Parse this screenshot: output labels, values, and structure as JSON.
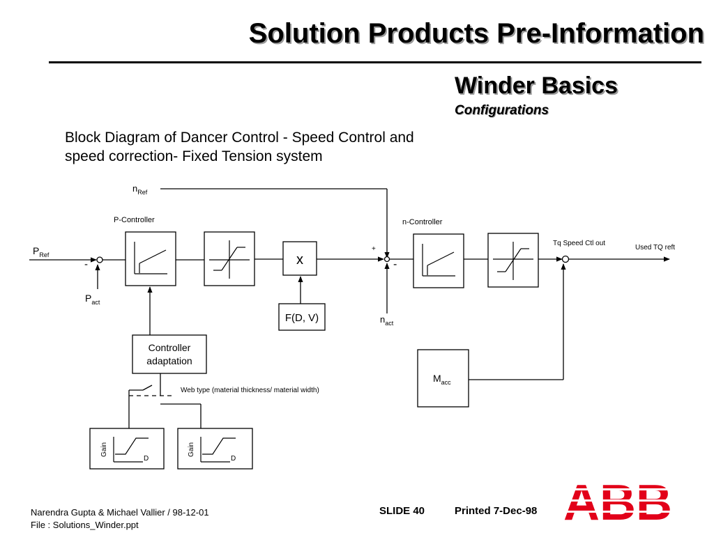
{
  "header": {
    "title": "Solution Products  Pre-Information",
    "subtitle": "Winder  Basics",
    "section": "Configurations"
  },
  "diagram": {
    "heading_line1": "Block Diagram of Dancer Control - Speed Control and",
    "heading_line2": "speed correction- Fixed Tension system",
    "labels": {
      "n_ref_main": "n",
      "n_ref_sub": "Ref",
      "p_ref_main": "P",
      "p_ref_sub": "Ref",
      "p_act_main": "P",
      "p_act_sub": "act",
      "n_act_main": "n",
      "n_act_sub": "act",
      "m_acc_main": "M",
      "m_acc_sub": "acc",
      "p_controller": "P-Controller",
      "n_controller": "n-Controller",
      "tq_speed_ctl_out": "Tq Speed Ctl out",
      "used_tq_reft": "Used TQ reft",
      "multiplier": "x",
      "function_block": "F(D, V)",
      "controller_adaptation_line1": "Controller",
      "controller_adaptation_line2": "adaptation",
      "web_type": "Web type (material thickness/ material width)",
      "gain_axis": "Gain",
      "d_axis": "D",
      "minus_p": "-",
      "minus_n": "-",
      "plus_n": "+"
    }
  },
  "footer": {
    "authors": "Narendra Gupta & Michael Vallier / 98-12-01",
    "file": "File : Solutions_Winder.ppt",
    "slide": "SLIDE 40",
    "printed": "Printed 7-Dec-98",
    "logo_text": "ABB",
    "logo_color": "#e2001a"
  }
}
